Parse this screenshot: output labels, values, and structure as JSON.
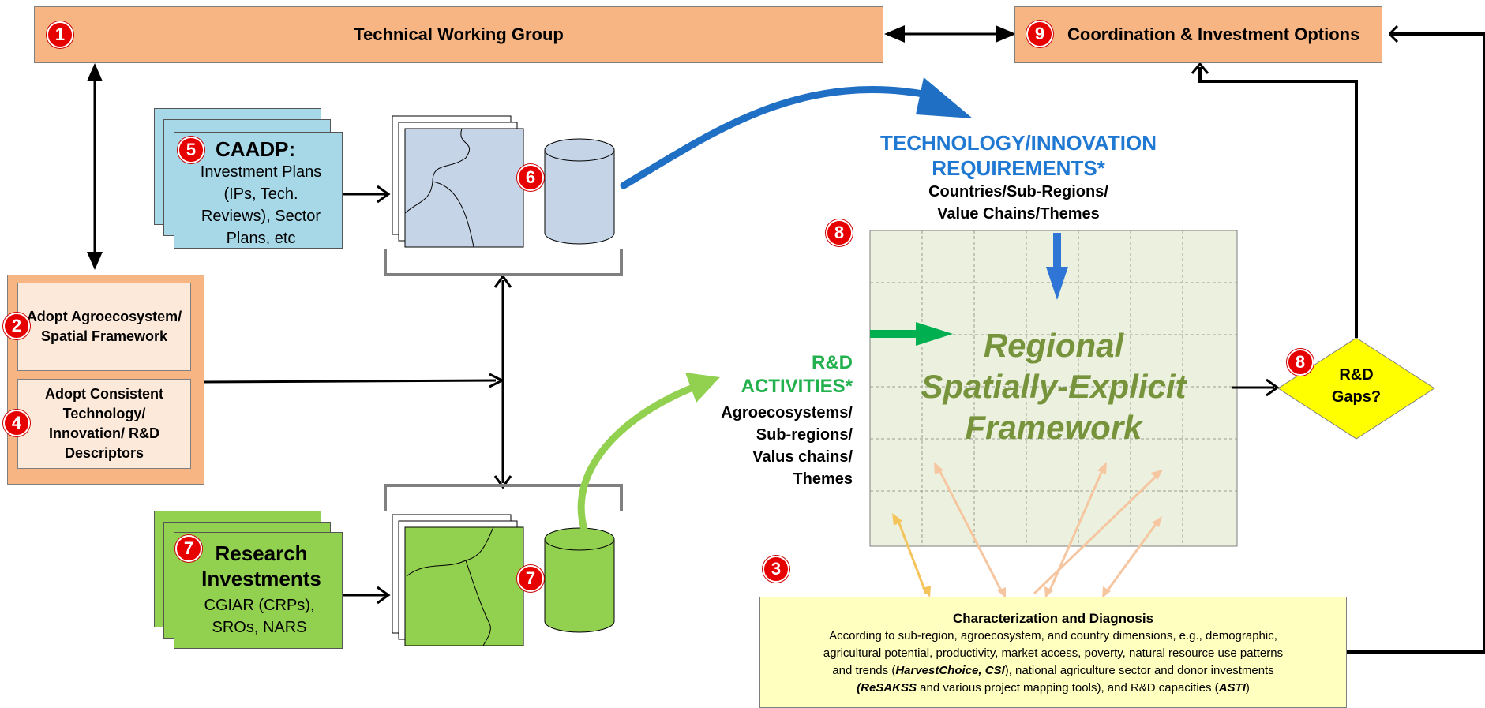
{
  "colors": {
    "orange_box": "#f7b584",
    "orange_light": "#fde9d9",
    "blue_card": "#a6d8e7",
    "green_card": "#92d050",
    "map_blue": "#c5d4e6",
    "grid_bg": "#ebf1de",
    "yellow_box": "#ffffc0",
    "diamond": "#ffff00",
    "blue_text": "#1f78d1",
    "green_text": "#22b14c",
    "framework_text": "#77933c",
    "badge": "#e60000"
  },
  "badges": {
    "b1": "1",
    "b2": "2",
    "b3": "3",
    "b4": "4",
    "b5": "5",
    "b6": "6",
    "b7a": "7",
    "b7b": "7",
    "b8a": "8",
    "b8b": "8",
    "b9": "9"
  },
  "twg": {
    "label": "Technical Working Group"
  },
  "coord": {
    "label": "Coordination & Investment Options"
  },
  "adopt1": {
    "label": "Adopt Agroecosystem/ Spatial Framework"
  },
  "adopt2": {
    "label": "Adopt Consistent Technology/ Innovation/ R&D Descriptors"
  },
  "caadp": {
    "title": "CAADP:",
    "body": "Investment Plans (IPs, Tech. Reviews), Sector Plans, etc"
  },
  "research": {
    "title": "Research Investments",
    "body": "CGIAR (CRPs), SROs, NARS"
  },
  "tech_req": {
    "title_line1": "TECHNOLOGY/INNOVATION",
    "title_line2": "REQUIREMENTS*",
    "sub_line1": "Countries/Sub-Regions/",
    "sub_line2": "Value Chains/Themes"
  },
  "rd_activities": {
    "title_line1": "R&D",
    "title_line2": "ACTIVITIES*",
    "sub_line1": "Agroecosystems/",
    "sub_line2": "Sub-regions/",
    "sub_line3": "Valus chains/",
    "sub_line4": "Themes"
  },
  "framework": {
    "line1": "Regional",
    "line2": "Spatially-Explicit",
    "line3": "Framework"
  },
  "gaps": {
    "line1": "R&D",
    "line2": "Gaps?"
  },
  "characterization": {
    "title": "Characterization and Diagnosis",
    "line1": "According to sub-region, agroecosystem, and country dimensions, e.g., demographic,",
    "line2": "agricultural potential, productivity, market access, poverty, natural resource use patterns",
    "line3_a": "and trends (",
    "line3_b": "HarvestChoice, CSI",
    "line3_c": "), national agriculture sector and donor investments",
    "line4_a": "(ReSAKSS",
    "line4_b": " and various project mapping tools), and R&D capacities (",
    "line4_c": "ASTI",
    "line4_d": ")"
  }
}
